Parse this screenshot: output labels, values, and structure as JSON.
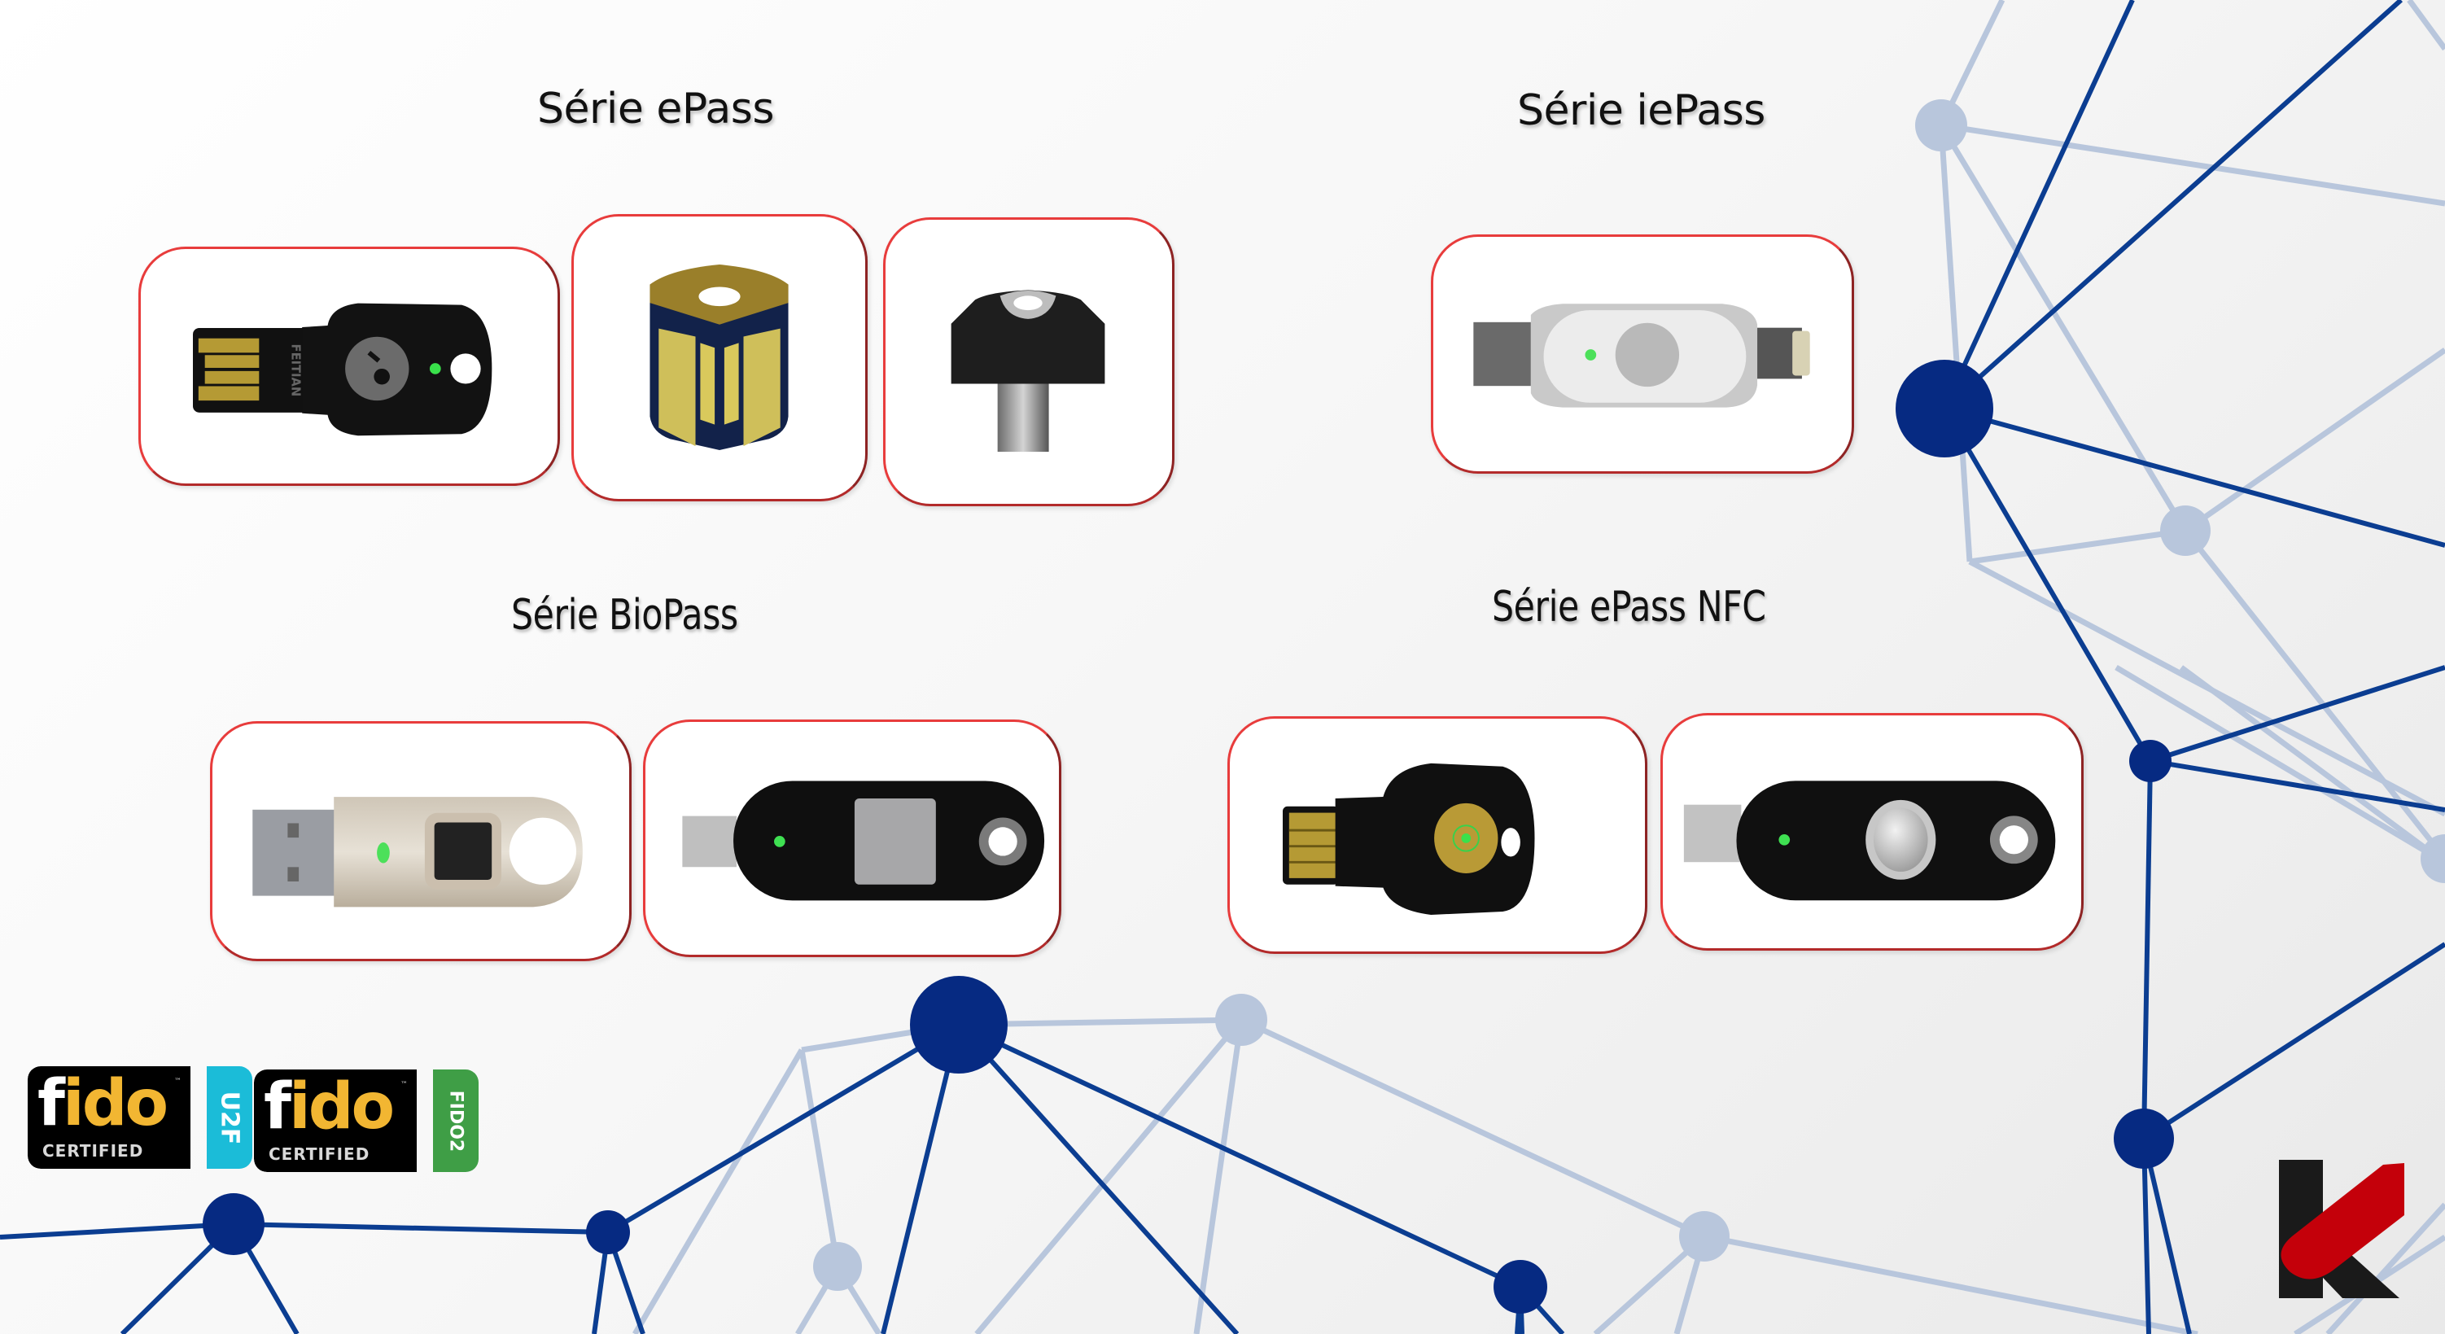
{
  "slide": {
    "background_color": "#f4f4f4",
    "accent_border_color": "#e83c3c",
    "network_dark_color": "#0a2a80",
    "network_light_color": "#b8c6dc"
  },
  "sections": [
    {
      "id": "epass",
      "title": "Série ePass",
      "products": [
        {
          "name": "feitian-epass-usb-a-key",
          "brand_text": "FEITIAN",
          "icon": "usb-a-security-key-icon"
        },
        {
          "name": "epass-mini-gold-key",
          "icon": "gold-mini-key-icon"
        },
        {
          "name": "epass-usb-c-mini-key",
          "icon": "usb-c-mini-key-icon"
        }
      ]
    },
    {
      "id": "iepass",
      "title": "Série iePass",
      "products": [
        {
          "name": "iepass-usb-c-lightning-key",
          "icon": "usb-c-lightning-key-icon"
        }
      ]
    },
    {
      "id": "biopass",
      "title": "Série BioPass",
      "products": [
        {
          "name": "biopass-usb-a-fingerprint-key",
          "icon": "fingerprint-usb-a-key-icon"
        },
        {
          "name": "biopass-usb-c-fingerprint-key",
          "icon": "fingerprint-usb-c-key-icon"
        }
      ]
    },
    {
      "id": "epass-nfc",
      "title": "Série ePass NFC",
      "products": [
        {
          "name": "epass-nfc-usb-a-key",
          "icon": "nfc-usb-a-key-icon"
        },
        {
          "name": "epass-nfc-usb-c-key",
          "icon": "nfc-usb-c-key-icon"
        }
      ]
    }
  ],
  "certifications": [
    {
      "brand": "fido",
      "brand_f": "f",
      "brand_i": "i",
      "brand_do": "do",
      "tm": "™",
      "certified": "CERTIFIED",
      "tag": "U2F",
      "tag_color": "#1bbcd8"
    },
    {
      "brand": "fido",
      "brand_f": "f",
      "brand_i": "i",
      "brand_do": "do",
      "tm": "™",
      "certified": "CERTIFIED",
      "tag": "FIDO2",
      "tag_color": "#3f9e46"
    }
  ],
  "company_logo": {
    "name": "k-logo",
    "colors": {
      "black": "#1a1a1a",
      "red": "#c4000a"
    }
  }
}
